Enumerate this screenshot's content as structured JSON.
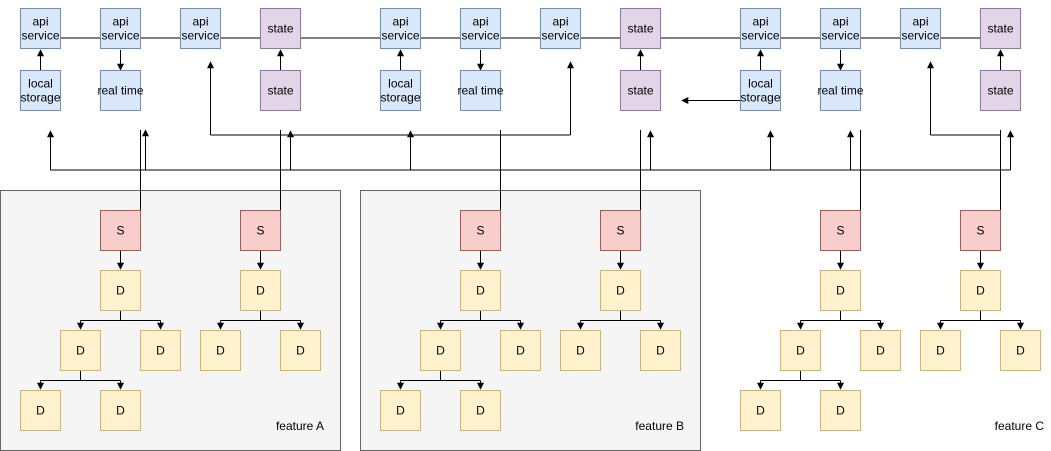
{
  "colors": {
    "blue_fill": "#dae8fc",
    "blue_stroke": "#6c8ebf",
    "purple_fill": "#e1d5e7",
    "purple_stroke": "#9673a6",
    "red_fill": "#f8cecc",
    "red_stroke": "#b85450",
    "yellow_fill": "#fff2cc",
    "yellow_stroke": "#d6b656",
    "panel_fill": "#f5f5f5",
    "panel_stroke": "#666666",
    "edge": "#000000"
  },
  "labels": {
    "api": "api\nservice",
    "state": "state",
    "local": "local\nstorage",
    "realtime": "real time",
    "store": "S",
    "dumb": "D"
  },
  "panels": [
    {
      "id": "feature-a",
      "label": "feature A",
      "boxed": true
    },
    {
      "id": "feature-b",
      "label": "feature B",
      "boxed": true
    },
    {
      "id": "feature-c",
      "label": "feature C",
      "boxed": false
    }
  ]
}
